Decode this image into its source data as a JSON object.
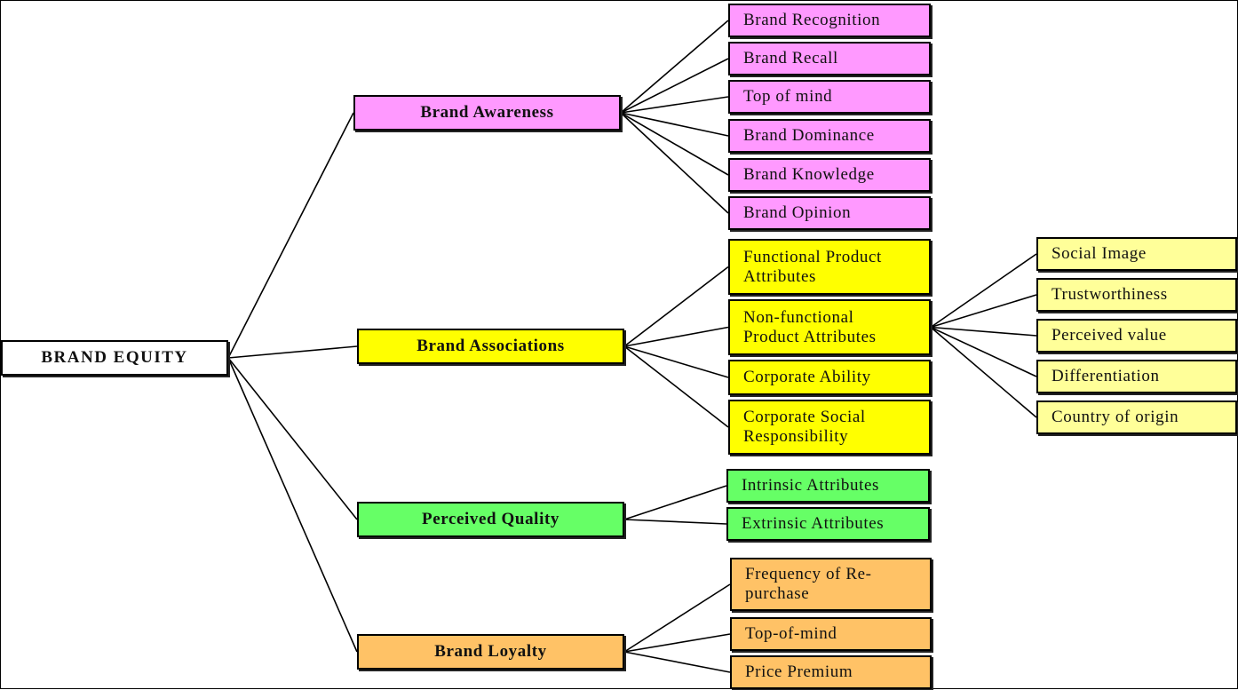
{
  "root": {
    "label": "BRAND EQUITY"
  },
  "branches": [
    {
      "label": "Brand Awareness",
      "color": "#ff99ff",
      "children": [
        {
          "label": "Brand Recognition"
        },
        {
          "label": "Brand Recall"
        },
        {
          "label": "Top of mind"
        },
        {
          "label": "Brand Dominance"
        },
        {
          "label": "Brand Knowledge"
        },
        {
          "label": "Brand Opinion"
        }
      ]
    },
    {
      "label": "Brand Associations",
      "color": "#ffff00",
      "children": [
        {
          "label": "Functional Product\nAttributes"
        },
        {
          "label": "Non-functional\nProduct Attributes",
          "color": "#ffff99",
          "children": [
            {
              "label": "Social Image"
            },
            {
              "label": "Trustworthiness"
            },
            {
              "label": "Perceived value"
            },
            {
              "label": "Differentiation"
            },
            {
              "label": "Country of origin"
            }
          ]
        },
        {
          "label": "Corporate Ability"
        },
        {
          "label": "Corporate Social\nResponsibility"
        }
      ]
    },
    {
      "label": "Perceived Quality",
      "color": "#66ff66",
      "children": [
        {
          "label": "Intrinsic Attributes"
        },
        {
          "label": "Extrinsic Attributes"
        }
      ]
    },
    {
      "label": "Brand Loyalty",
      "color": "#ffc266",
      "children": [
        {
          "label": "Frequency of Re-\npurchase"
        },
        {
          "label": "Top-of-mind"
        },
        {
          "label": "Price Premium"
        }
      ]
    }
  ]
}
